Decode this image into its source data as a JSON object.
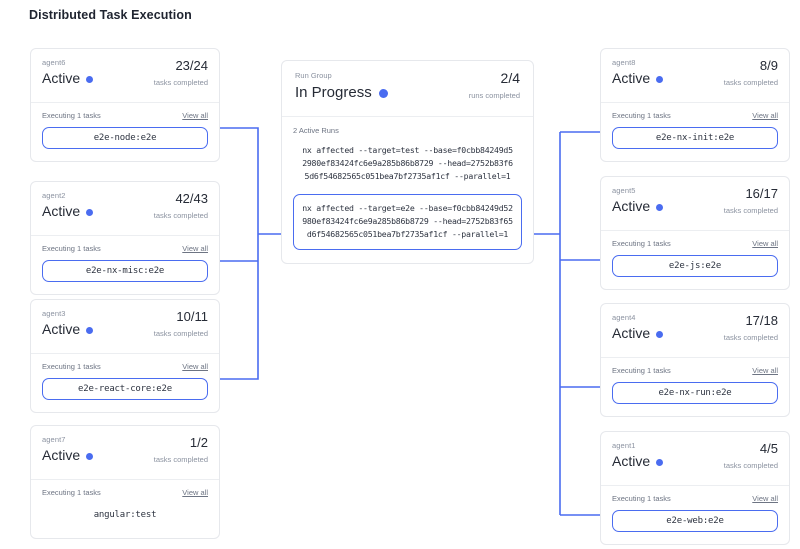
{
  "page": {
    "title": "Distributed Task Execution",
    "accent_color": "#4a6cf0",
    "card_border_color": "#e6e8ec",
    "muted_text_color": "#8b92a0"
  },
  "run_group": {
    "label": "Run Group",
    "status": "In Progress",
    "status_dot": "status-dot-blue",
    "count": "2/4",
    "count_label": "runs completed",
    "active_runs_label": "2 Active Runs",
    "runs": [
      {
        "command": "nx affected --target=test --base=f0cbb84249d52980ef83424fc6e9a285b86b8729 --head=2752b83f65d6f54682565c051bea7bf2735af1cf --parallel=1",
        "highlighted": false
      },
      {
        "command": "nx affected --target=e2e --base=f0cbb84249d52980ef83424fc6e9a285b86b8729 --head=2752b83f65d6f54682565c051bea7bf2735af1cf --parallel=1",
        "highlighted": true
      }
    ]
  },
  "left_agents": [
    {
      "name": "agent6",
      "status": "Active",
      "count": "23/24",
      "count_label": "tasks completed",
      "executing_label": "Executing 1 tasks",
      "view_all_label": "View all",
      "task": "e2e-node:e2e",
      "task_boxed": true
    },
    {
      "name": "agent2",
      "status": "Active",
      "count": "42/43",
      "count_label": "tasks completed",
      "executing_label": "Executing 1 tasks",
      "view_all_label": "View all",
      "task": "e2e-nx-misc:e2e",
      "task_boxed": true
    },
    {
      "name": "agent3",
      "status": "Active",
      "count": "10/11",
      "count_label": "tasks completed",
      "executing_label": "Executing 1 tasks",
      "view_all_label": "View all",
      "task": "e2e-react-core:e2e",
      "task_boxed": true
    },
    {
      "name": "agent7",
      "status": "Active",
      "count": "1/2",
      "count_label": "tasks completed",
      "executing_label": "Executing 1 tasks",
      "view_all_label": "View all",
      "task": "angular:test",
      "task_boxed": false
    }
  ],
  "right_agents": [
    {
      "name": "agent8",
      "status": "Active",
      "count": "8/9",
      "count_label": "tasks completed",
      "executing_label": "Executing 1 tasks",
      "view_all_label": "View all",
      "task": "e2e-nx-init:e2e",
      "task_boxed": true
    },
    {
      "name": "agent5",
      "status": "Active",
      "count": "16/17",
      "count_label": "tasks completed",
      "executing_label": "Executing 1 tasks",
      "view_all_label": "View all",
      "task": "e2e-js:e2e",
      "task_boxed": true
    },
    {
      "name": "agent4",
      "status": "Active",
      "count": "17/18",
      "count_label": "tasks completed",
      "executing_label": "Executing 1 tasks",
      "view_all_label": "View all",
      "task": "e2e-nx-run:e2e",
      "task_boxed": true
    },
    {
      "name": "agent1",
      "status": "Active",
      "count": "4/5",
      "count_label": "tasks completed",
      "executing_label": "Executing 1 tasks",
      "view_all_label": "View all",
      "task": "e2e-web:e2e",
      "task_boxed": true
    }
  ]
}
